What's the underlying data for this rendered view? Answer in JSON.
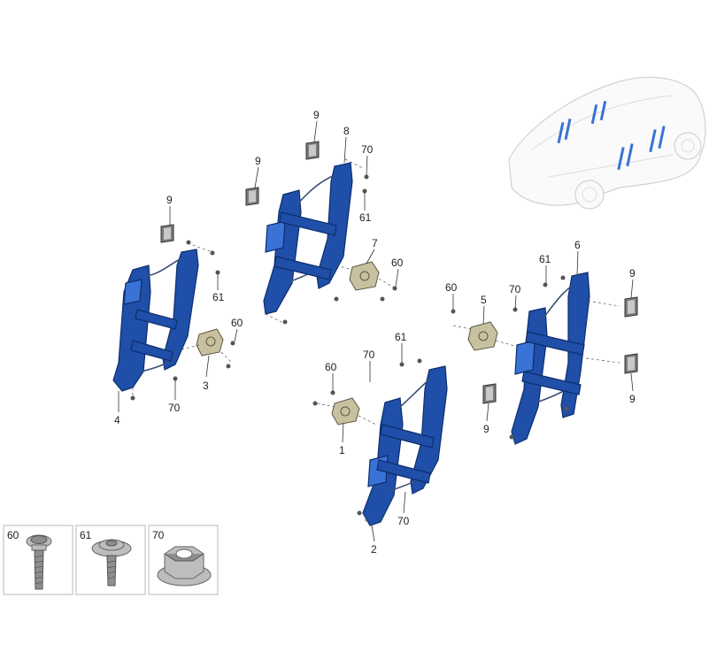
{
  "callouts": {
    "part_1": "1",
    "part_2": "2",
    "part_3": "3",
    "part_4": "4",
    "part_5": "5",
    "part_6": "6",
    "part_7": "7",
    "part_8": "8",
    "part_9": "9",
    "part_60": "60",
    "part_61": "61",
    "part_70": "70"
  },
  "hardware_legend": [
    {
      "number": "60",
      "icon": "flange-bolt-icon"
    },
    {
      "number": "61",
      "icon": "washer-screw-icon"
    },
    {
      "number": "70",
      "icon": "flange-nut-icon"
    }
  ],
  "colors": {
    "part_blue": "#1f4fa8",
    "motor_tan": "#c8c1a0",
    "pad_gray": "#7a7a7a"
  }
}
